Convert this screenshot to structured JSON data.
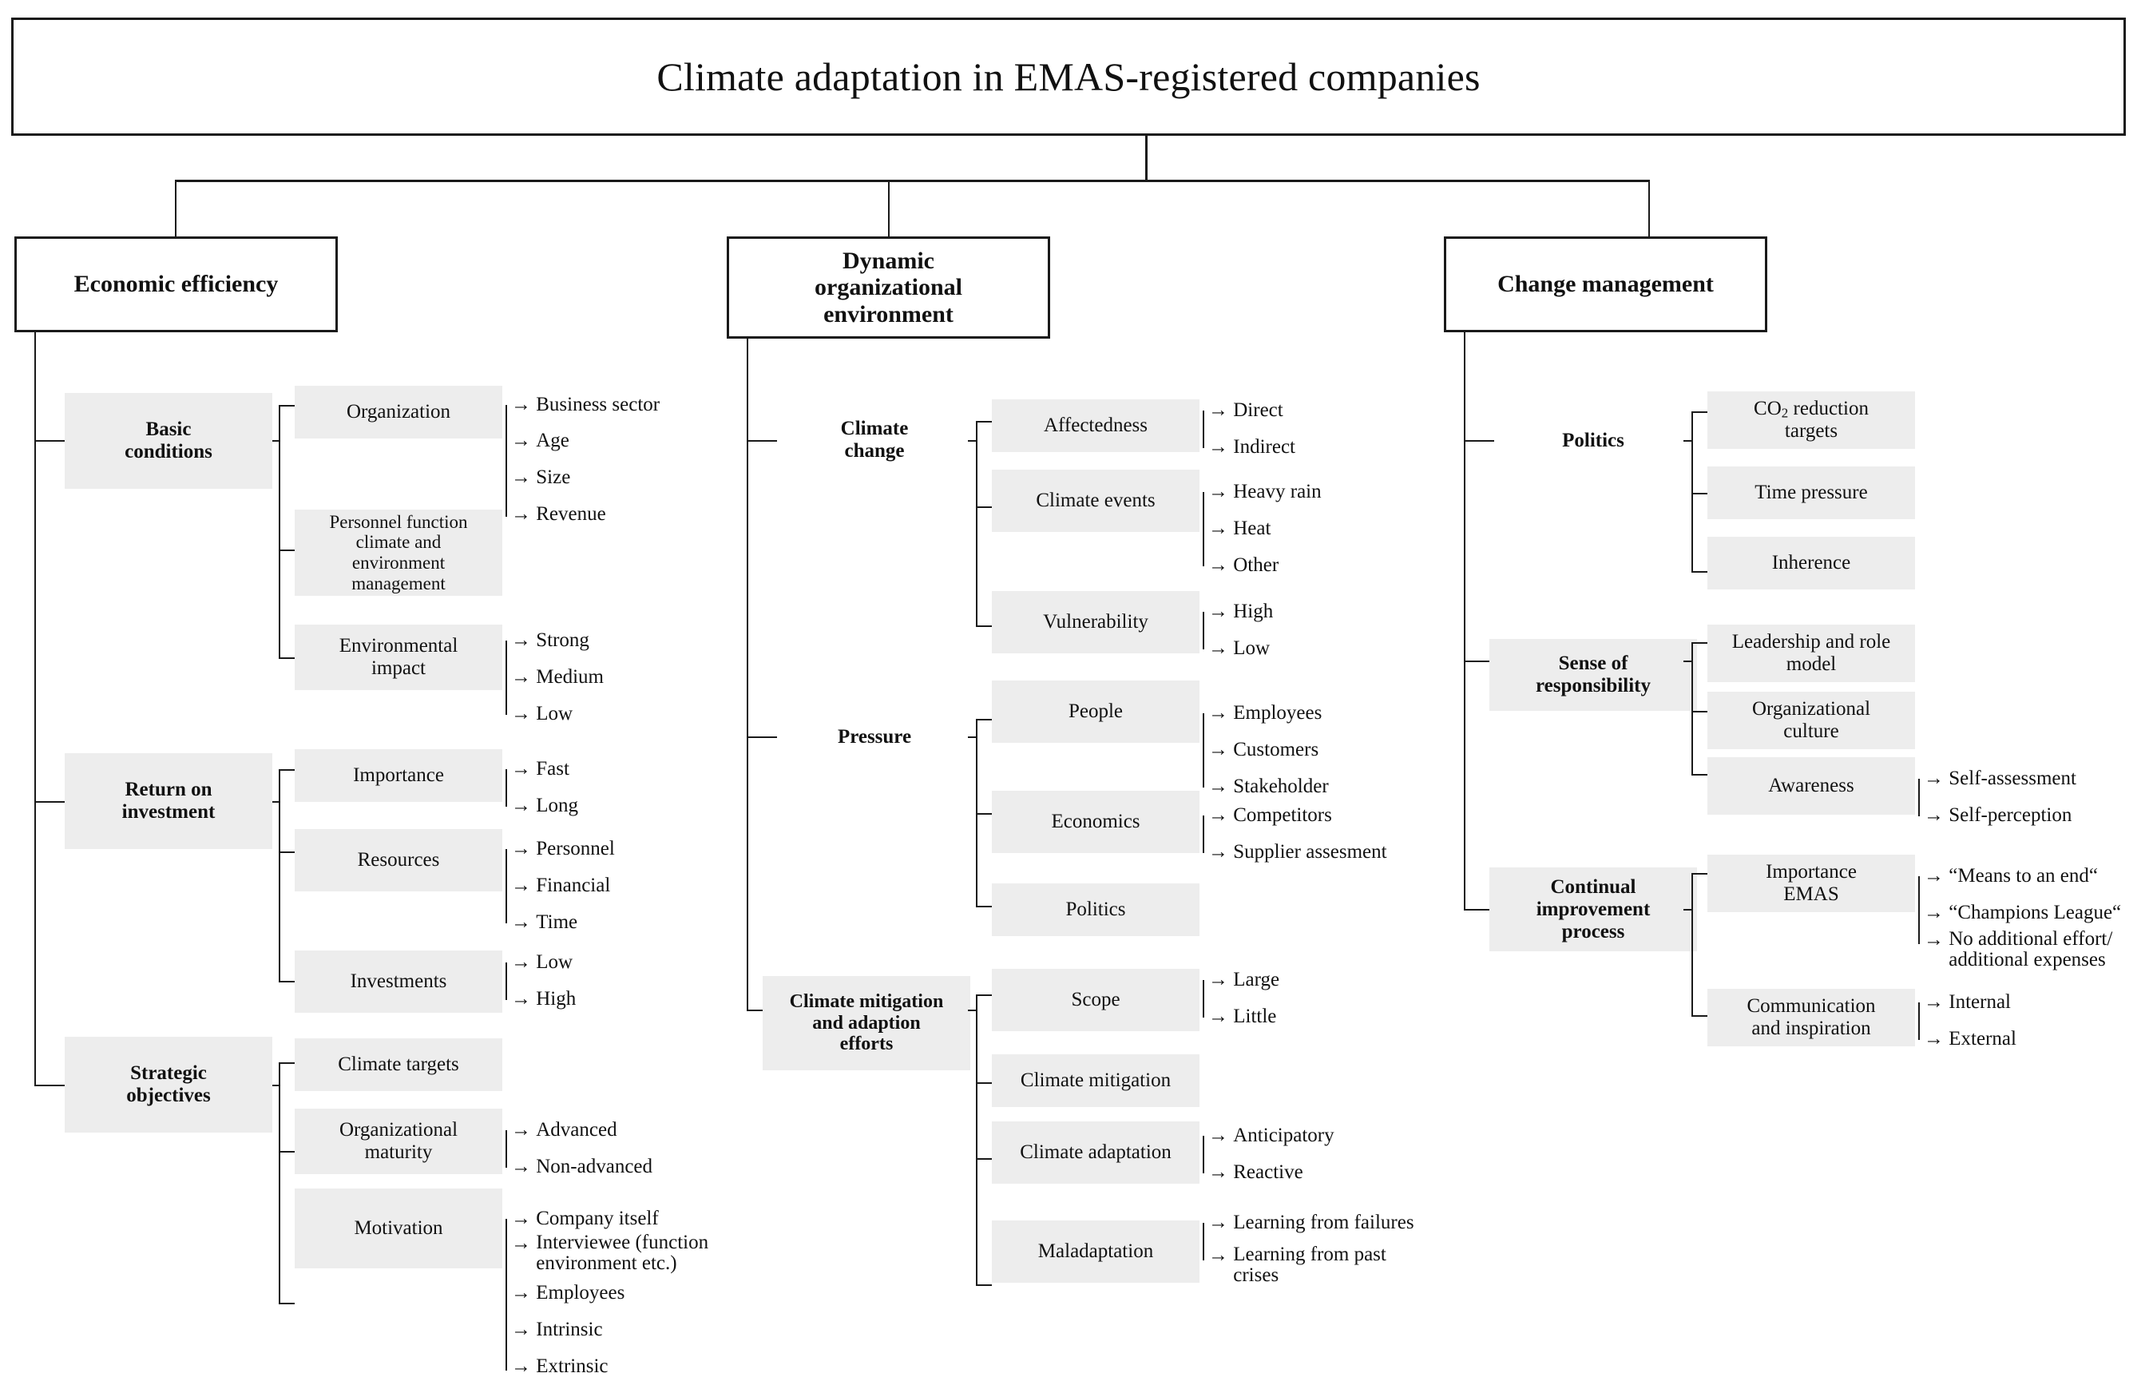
{
  "title": "Climate adaptation in EMAS-registered companies",
  "branches": [
    {
      "id": "economic-efficiency",
      "label": "Economic efficiency",
      "groups": [
        {
          "label": "Basic\nconditions",
          "label_line1": "Basic",
          "label_line2": "conditions",
          "shaded": true,
          "children": [
            {
              "label": "Organization",
              "leaves": [
                "Business sector",
                "Age",
                "Size",
                "Revenue"
              ]
            },
            {
              "label": "Personnel function climate and environment management",
              "leaves": []
            },
            {
              "label": "Environmental impact",
              "leaves": [
                "Strong",
                "Medium",
                "Low"
              ]
            }
          ]
        },
        {
          "label_line1": "Return on",
          "label_line2": "investment",
          "shaded": true,
          "children": [
            {
              "label": "Importance",
              "leaves": [
                "Fast",
                "Long"
              ]
            },
            {
              "label": "Resources",
              "leaves": [
                "Personnel",
                "Financial",
                "Time"
              ]
            },
            {
              "label": "Investments",
              "leaves": [
                "Low",
                "High"
              ]
            }
          ]
        },
        {
          "label_line1": "Strategic",
          "label_line2": "objectives",
          "shaded": true,
          "children": [
            {
              "label": "Climate targets",
              "leaves": []
            },
            {
              "label": "Organizational maturity",
              "leaves": [
                "Advanced",
                "Non-advanced"
              ]
            },
            {
              "label": "Motivation",
              "leaves": [
                "Company itself",
                "Interviewee (function environment etc.)",
                "Employees",
                "Intrinsic",
                "Extrinsic"
              ]
            }
          ]
        }
      ]
    },
    {
      "id": "dynamic-organizational-environment",
      "label_line1": "Dynamic",
      "label_line2": "organizational",
      "label_line3": "environment",
      "label": "Dynamic organizational environment",
      "groups": [
        {
          "label_line1": "Climate",
          "label_line2": "change",
          "shaded": false,
          "children": [
            {
              "label": "Affectedness",
              "leaves": [
                "Direct",
                "Indirect"
              ]
            },
            {
              "label": "Climate events",
              "leaves": [
                "Heavy rain",
                "Heat",
                "Other"
              ]
            },
            {
              "label": "Vulnerability",
              "leaves": [
                "High",
                "Low"
              ]
            }
          ]
        },
        {
          "label_line1": "Pressure",
          "shaded": false,
          "children": [
            {
              "label": "People",
              "leaves": [
                "Employees",
                "Customers",
                "Stakeholder"
              ]
            },
            {
              "label": "Economics",
              "leaves": [
                "Competitors",
                "Supplier assesment"
              ]
            },
            {
              "label": "Politics",
              "leaves": []
            }
          ]
        },
        {
          "label_line1": "Climate mitigation",
          "label_line2": "and adaption",
          "label_line3": "efforts",
          "shaded": true,
          "children": [
            {
              "label": "Scope",
              "leaves": [
                "Large",
                "Little"
              ]
            },
            {
              "label": "Climate mitigation",
              "leaves": []
            },
            {
              "label": "Climate adaptation",
              "leaves": [
                "Anticipatory",
                "Reactive"
              ]
            },
            {
              "label": "Maladaptation",
              "leaves": [
                "Learning from failures",
                "Learning from past crises"
              ]
            }
          ]
        }
      ]
    },
    {
      "id": "change-management",
      "label": "Change management",
      "groups": [
        {
          "label_line1": "Politics",
          "shaded": false,
          "children": [
            {
              "label": "CO2 reduction targets",
              "leaves": []
            },
            {
              "label": "Time pressure",
              "leaves": []
            },
            {
              "label": "Inherence",
              "leaves": []
            }
          ]
        },
        {
          "label_line1": "Sense of",
          "label_line2": "responsibility",
          "shaded": true,
          "children": [
            {
              "label": "Leadership and role model",
              "leaves": []
            },
            {
              "label": "Organizational culture",
              "leaves": []
            },
            {
              "label": "Awareness",
              "leaves": [
                "Self-assessment",
                "Self-perception"
              ]
            }
          ]
        },
        {
          "label_line1": "Continual",
          "label_line2": "improvement",
          "label_line3": "process",
          "shaded": true,
          "children": [
            {
              "label": "Importance EMAS",
              "leaves": [
                "“Means to an end“",
                "“Champions League“",
                "No additional effort/ additional expenses"
              ]
            },
            {
              "label": "Communication and inspiration",
              "leaves": [
                "Internal",
                "External"
              ]
            }
          ]
        }
      ]
    }
  ],
  "nodes": {
    "basic_conditions_l1": "Basic",
    "basic_conditions_l2": "conditions",
    "organization": "Organization",
    "personnel_function_l1": "Personnel function",
    "personnel_function_l2": "climate and",
    "personnel_function_l3": "environment",
    "personnel_function_l4": "management",
    "environmental_impact_l1": "Environmental",
    "environmental_impact_l2": "impact",
    "business_sector": "Business sector",
    "age": "Age",
    "size": "Size",
    "revenue": "Revenue",
    "strong": "Strong",
    "medium": "Medium",
    "low_env": "Low",
    "return_on_l1": "Return on",
    "return_on_l2": "investment",
    "importance": "Importance",
    "resources": "Resources",
    "investments": "Investments",
    "fast": "Fast",
    "long": "Long",
    "personnel": "Personnel",
    "financial": "Financial",
    "time": "Time",
    "low_inv": "Low",
    "high_inv": "High",
    "strategic_l1": "Strategic",
    "strategic_l2": "objectives",
    "climate_targets": "Climate targets",
    "org_maturity_l1": "Organizational",
    "org_maturity_l2": "maturity",
    "motivation": "Motivation",
    "advanced": "Advanced",
    "non_advanced": "Non-advanced",
    "company_itself": "Company itself",
    "interviewee_l1": "Interviewee (function",
    "interviewee_l2": "environment etc.)",
    "employees_m": "Employees",
    "intrinsic": "Intrinsic",
    "extrinsic": "Extrinsic",
    "climate_change_l1": "Climate",
    "climate_change_l2": "change",
    "affectedness": "Affectedness",
    "climate_events": "Climate events",
    "vulnerability": "Vulnerability",
    "direct": "Direct",
    "indirect": "Indirect",
    "heavy_rain": "Heavy rain",
    "heat": "Heat",
    "other": "Other",
    "high_v": "High",
    "low_v": "Low",
    "pressure": "Pressure",
    "people": "People",
    "economics": "Economics",
    "politics_mid": "Politics",
    "employees_p": "Employees",
    "customers": "Customers",
    "stakeholder": "Stakeholder",
    "competitors": "Competitors",
    "supplier_assesment": "Supplier assesment",
    "cmae_l1": "Climate mitigation",
    "cmae_l2": "and adaption",
    "cmae_l3": "efforts",
    "scope": "Scope",
    "climate_mitigation": "Climate mitigation",
    "climate_adaptation": "Climate adaptation",
    "maladaptation": "Maladaptation",
    "large": "Large",
    "little": "Little",
    "anticipatory": "Anticipatory",
    "reactive": "Reactive",
    "learning_failures": "Learning from failures",
    "learning_past_l1": "Learning from past",
    "learning_past_l2": "crises",
    "politics_right": "Politics",
    "co2_sup": "2",
    "co2_pre": "CO",
    "co2_post": " reduction",
    "co2_l2": "targets",
    "time_pressure": "Time pressure",
    "inherence": "Inherence",
    "sense_l1": "Sense of",
    "sense_l2": "responsibility",
    "leadership_l1": "Leadership and role",
    "leadership_l2": "model",
    "org_culture_l1": "Organizational",
    "org_culture_l2": "culture",
    "awareness": "Awareness",
    "self_assessment": "Self-assessment",
    "self_perception": "Self-perception",
    "continual_l1": "Continual",
    "continual_l2": "improvement",
    "continual_l3": "process",
    "importance_emas_l1": "Importance",
    "importance_emas_l2": "EMAS",
    "comm_l1": "Communication",
    "comm_l2": "and inspiration",
    "means_to_end": "“Means to an end“",
    "champions_league": "“Champions League“",
    "no_add_effort_l1": "No additional effort/",
    "no_add_effort_l2": "additional expenses",
    "internal": "Internal",
    "external": "External"
  },
  "colors": {
    "chip_bg": "#ededed",
    "line": "#1a1a1a",
    "text": "#111111",
    "page_bg": "#ffffff"
  }
}
